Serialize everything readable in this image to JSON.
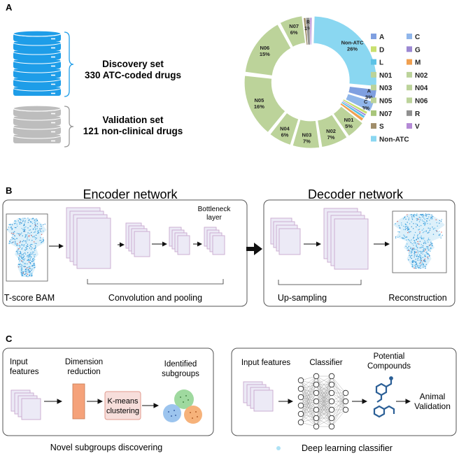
{
  "panels": {
    "a": {
      "letter": "A",
      "discovery_title": "Discovery set",
      "discovery_sub": "330 ATC-coded drugs",
      "validation_title": "Validation set",
      "validation_sub": "121 non-clinical drugs"
    },
    "b": {
      "letter": "B",
      "encoder_title": "Encoder network",
      "decoder_title": "Decoder network",
      "bottleneck_line1": "Bottleneck",
      "bottleneck_line2": "layer",
      "tscore": "T-score BAM",
      "convolution": "Convolution and pooling",
      "upsampling": "Up-sampling",
      "reconstruction": "Reconstruction"
    },
    "c": {
      "letter": "C",
      "input_line1": "Input",
      "input_line2": "features",
      "dimred_line1": "Dimension",
      "dimred_line2": "reduction",
      "kmeans_line1": "K-means",
      "kmeans_line2": "clustering",
      "identified_line1": "Identified",
      "identified_line2": "subgroups",
      "novel_caption": "Novel subgroups discovering",
      "input_features_right": "Input features",
      "classifier": "Classifier",
      "potential_line1": "Potential",
      "potential_line2": "Compounds",
      "animal_line1": "Animal",
      "animal_line2": "Validation",
      "deep_caption": "Deep learning classifier"
    }
  },
  "chart_data": {
    "type": "pie",
    "variant": "donut",
    "slices": [
      {
        "label": "Non-ATC",
        "display": "Non-ATC",
        "pct_label": "26%",
        "value": 26,
        "color": "#8ad7f1"
      },
      {
        "label": "A",
        "display": "A",
        "pct_label": "3%",
        "value": 3,
        "color": "#7f9fe0"
      },
      {
        "label": "C",
        "display": "C",
        "pct_label": "3%",
        "value": 3,
        "color": "#90b6ea"
      },
      {
        "label": "D",
        "display": "",
        "pct_label": "",
        "value": 0.7,
        "color": "#c9e06f"
      },
      {
        "label": "G",
        "display": "",
        "pct_label": "",
        "value": 0.5,
        "color": "#9b88d2"
      },
      {
        "label": "L",
        "display": "",
        "pct_label": "",
        "value": 0.7,
        "color": "#5bc2e6"
      },
      {
        "label": "M",
        "display": "",
        "pct_label": "",
        "value": 0.8,
        "color": "#f0a050"
      },
      {
        "label": "N01",
        "display": "N01",
        "pct_label": "5%",
        "value": 5,
        "color": "#bcd39a"
      },
      {
        "label": "N02",
        "display": "N02",
        "pct_label": "7%",
        "value": 7,
        "color": "#bcd39a"
      },
      {
        "label": "N03",
        "display": "N03",
        "pct_label": "7%",
        "value": 7,
        "color": "#bcd39a"
      },
      {
        "label": "N04",
        "display": "N04",
        "pct_label": "6%",
        "value": 6,
        "color": "#bcd39a"
      },
      {
        "label": "N05",
        "display": "N05",
        "pct_label": "16%",
        "value": 16,
        "color": "#bcd39a"
      },
      {
        "label": "N06",
        "display": "N06",
        "pct_label": "15%",
        "value": 15,
        "color": "#bcd39a"
      },
      {
        "label": "N07",
        "display": "N07",
        "pct_label": "6%",
        "value": 6,
        "color": "#bcd39a"
      },
      {
        "label": "S",
        "display": "",
        "pct_label": "",
        "value": 0.6,
        "color": "#a08d6a"
      },
      {
        "label": "R",
        "display": "R",
        "pct_label": "1%",
        "value": 1,
        "color": "#909090"
      },
      {
        "label": "V",
        "display": "",
        "pct_label": "",
        "value": 0.5,
        "color": "#b48ad6"
      }
    ],
    "legend": [
      {
        "label": "A",
        "color": "#7f9fe0"
      },
      {
        "label": "C",
        "color": "#90b6ea"
      },
      {
        "label": "D",
        "color": "#c9e06f"
      },
      {
        "label": "G",
        "color": "#9b88d2"
      },
      {
        "label": "L",
        "color": "#5bc2e6"
      },
      {
        "label": "M",
        "color": "#f0a050"
      },
      {
        "label": "N01",
        "color": "#bcd39a"
      },
      {
        "label": "N02",
        "color": "#bcd39a"
      },
      {
        "label": "N03",
        "color": "#bcd39a"
      },
      {
        "label": "N04",
        "color": "#bcd39a"
      },
      {
        "label": "N05",
        "color": "#bcd39a"
      },
      {
        "label": "N06",
        "color": "#bcd39a"
      },
      {
        "label": "N07",
        "color": "#a8c57a"
      },
      {
        "label": "R",
        "color": "#909090"
      },
      {
        "label": "S",
        "color": "#a08d6a"
      },
      {
        "label": "V",
        "color": "#b48ad6"
      },
      {
        "label": "Non-ATC",
        "color": "#8ad7f1"
      }
    ],
    "legend_placement": "right"
  },
  "colors": {
    "discovery_db": "#1e9de8",
    "validation_db": "#bdbdbd",
    "feature_map_fill": "#eceaf6",
    "feature_map_stroke": "#c9a8cf",
    "orange_box": "#f5a27a",
    "green_cluster": "#9fd99f",
    "blue_cluster": "#9cc4ee",
    "orange_cluster": "#f6b27a"
  }
}
